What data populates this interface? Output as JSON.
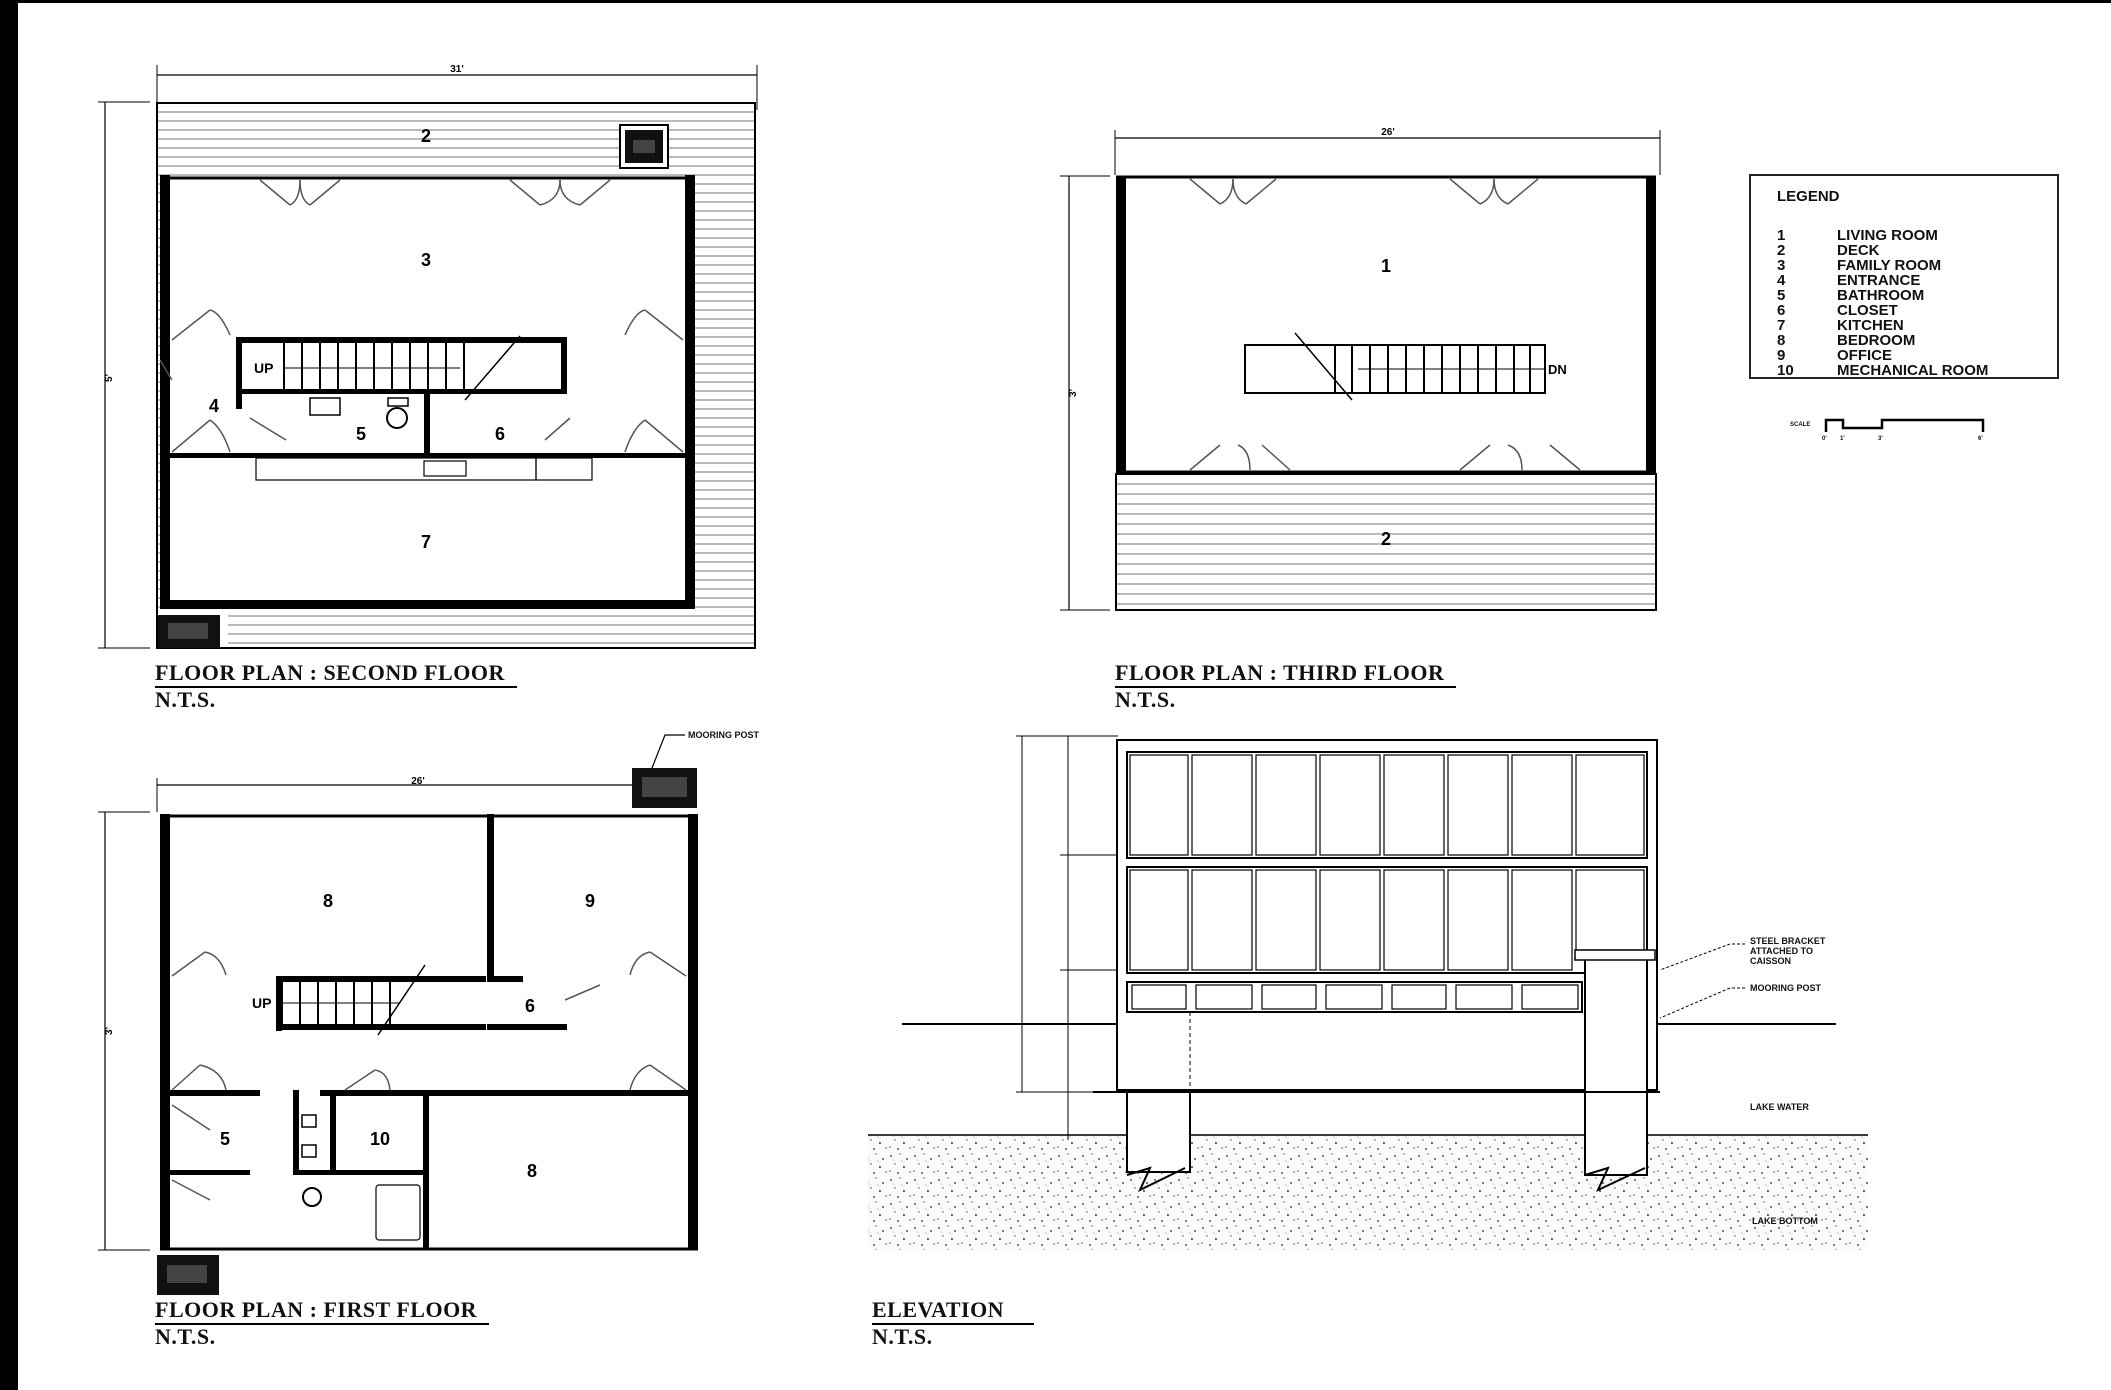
{
  "drawing": {
    "plans": {
      "second_floor": {
        "title": "FLOOR PLAN : SECOND FLOOR",
        "scale": "N.T.S.",
        "width_dim": "31'",
        "height_dim": "5'",
        "rooms": [
          "2",
          "3",
          "4",
          "5",
          "6",
          "7"
        ],
        "stair_label": "UP"
      },
      "third_floor": {
        "title": "FLOOR PLAN : THIRD FLOOR",
        "scale": "N.T.S.",
        "width_dim": "26'",
        "height_dim": "3'",
        "rooms": [
          "1",
          "2"
        ],
        "stair_label": "DN"
      },
      "first_floor": {
        "title": "FLOOR PLAN : FIRST FLOOR",
        "scale": "N.T.S.",
        "width_dim": "26'",
        "height_dim": "3'",
        "rooms": [
          "8",
          "9",
          "6",
          "5",
          "10",
          "8"
        ],
        "stair_label": "UP",
        "callout": "MOORING POST"
      },
      "elevation": {
        "title": "ELEVATION",
        "scale": "N.T.S.",
        "callouts": [
          "STEEL BRACKET ATTACHED TO CAISSON",
          "MOORING POST",
          "LAKE WATER",
          "LAKE BOTTOM"
        ]
      }
    },
    "legend": {
      "title": "LEGEND",
      "items": [
        {
          "num": "1",
          "label": "LIVING ROOM"
        },
        {
          "num": "2",
          "label": "DECK"
        },
        {
          "num": "3",
          "label": "FAMILY ROOM"
        },
        {
          "num": "4",
          "label": "ENTRANCE"
        },
        {
          "num": "5",
          "label": "BATHROOM"
        },
        {
          "num": "6",
          "label": "CLOSET"
        },
        {
          "num": "7",
          "label": "KITCHEN"
        },
        {
          "num": "8",
          "label": "BEDROOM"
        },
        {
          "num": "9",
          "label": "OFFICE"
        },
        {
          "num": "10",
          "label": "MECHANICAL ROOM"
        }
      ]
    },
    "scale_bar": {
      "label": "SCALE",
      "ticks": [
        "0'",
        "1'",
        "3'",
        "6'"
      ]
    },
    "elevation_notes": {
      "bracket_1": "STEEL BRACKET",
      "bracket_2": "ATTACHED TO",
      "bracket_3": "CAISSON",
      "mooring": "MOORING POST",
      "water": "LAKE WATER",
      "bottom": "LAKE BOTTOM"
    }
  }
}
